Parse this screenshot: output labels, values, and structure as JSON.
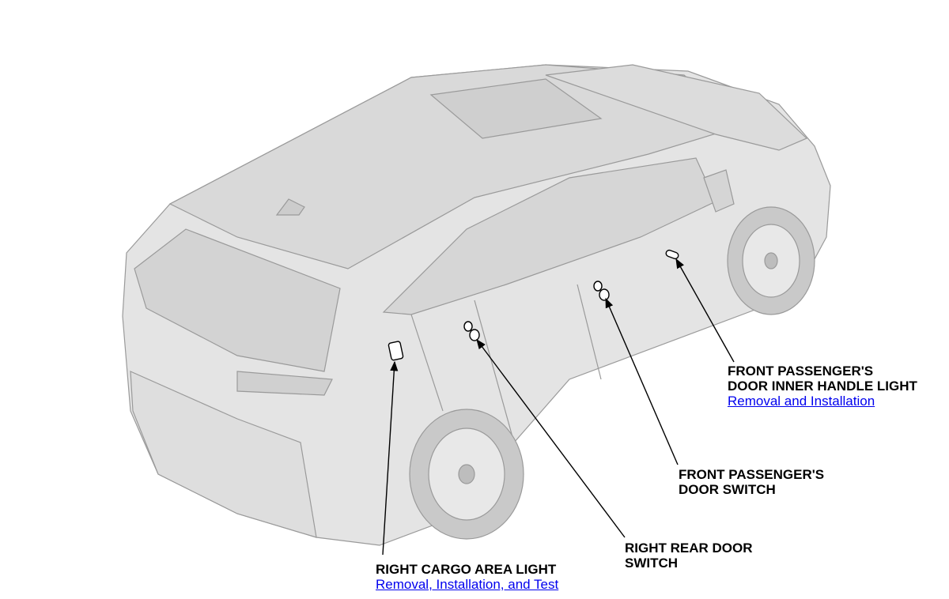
{
  "colors": {
    "link": "#0000ee",
    "text": "#000000",
    "car_fill": "#e3e3e3",
    "car_shade": "#cfcfcf",
    "car_outline": "#9a9a9a"
  },
  "callouts": {
    "front_handle_light": {
      "line1": "FRONT PASSENGER'S",
      "line2": "DOOR INNER HANDLE LIGHT",
      "link": "Removal and Installation"
    },
    "front_door_switch": {
      "line1": "FRONT PASSENGER'S",
      "line2": "DOOR SWITCH"
    },
    "rear_door_switch": {
      "line1": "RIGHT REAR DOOR",
      "line2": "SWITCH"
    },
    "cargo_light": {
      "line1": "RIGHT CARGO AREA LIGHT",
      "link": "Removal, Installation, and Test"
    }
  }
}
